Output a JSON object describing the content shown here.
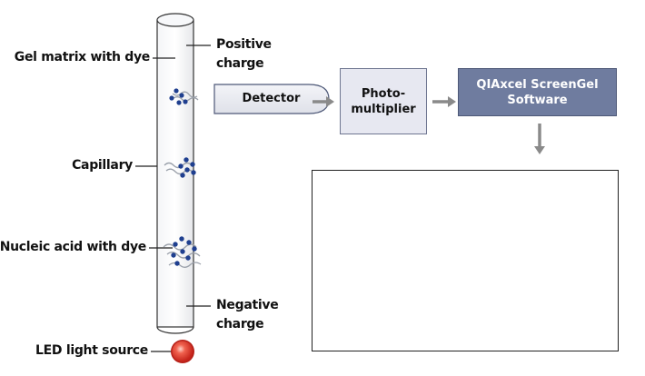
{
  "labels": {
    "gel_matrix": "Gel matrix with dye",
    "capillary": "Capillary",
    "nucleic_acid": "Nucleic acid with dye",
    "led": "LED light source",
    "positive_line1": "Positive",
    "positive_line2": "charge",
    "negative_line1": "Negative",
    "negative_line2": "charge"
  },
  "flow": {
    "detector": "Detector",
    "photo_line1": "Photo-",
    "photo_line2": "multiplier",
    "software_line1": "QIAxcel ScreenGel",
    "software_line2": "Software"
  },
  "colors": {
    "software_box": "#6f7c9f",
    "photo_box": "#e7e8f1",
    "dye_blue": "#1f3f8f",
    "led_red": "#e03a2e",
    "arrow_gray": "#8a8a8a"
  },
  "icons": [
    "gel-screenshot-thumbnail",
    "led-bulb-icon",
    "arrow-right-icon",
    "arrow-down-icon"
  ]
}
